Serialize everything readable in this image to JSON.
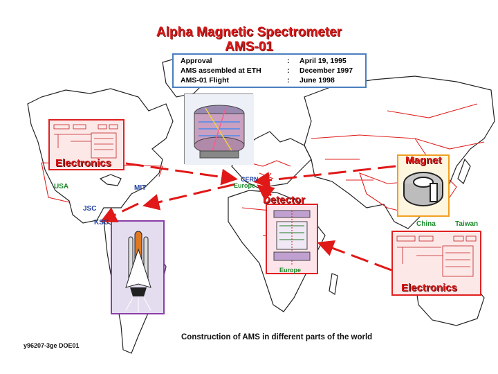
{
  "title": {
    "line1": "Alpha Magnetic Spectrometer",
    "line2": "AMS-01"
  },
  "info_box": {
    "rows": [
      {
        "label": "Approval",
        "sep": ":",
        "value": "April 19, 1995"
      },
      {
        "label": "AMS assembled at ETH",
        "sep": ":",
        "value": "December 1997"
      },
      {
        "label": "AMS-01 Flight",
        "sep": ":",
        "value": "June 1998"
      }
    ]
  },
  "labels": {
    "electronics_left": "Electronics",
    "electronics_right": "Electronics",
    "magnet": "Magnet",
    "detector": "Detector"
  },
  "sites": {
    "usa": "USA",
    "mit": "MIT",
    "jsc": "JSC",
    "ksc": "KSC",
    "cern": "CERN",
    "europe_top": "Europe",
    "europe_detector": "Europe",
    "china": "China",
    "taiwan": "Taiwan"
  },
  "caption": "Construction of AMS in different parts of the world",
  "footer_id": "y96207-3ge DOE01",
  "colors": {
    "title_red": "#d61a1a",
    "map_outline": "#222222",
    "border_red": "#e02020",
    "arrow_red": "#e01818",
    "site_blue": "#1f3f9f",
    "site_green": "#1a8a2a",
    "panel_purple": "#8a3fa6",
    "panel_orange": "#f0a020",
    "info_border": "#4a7fbf"
  }
}
